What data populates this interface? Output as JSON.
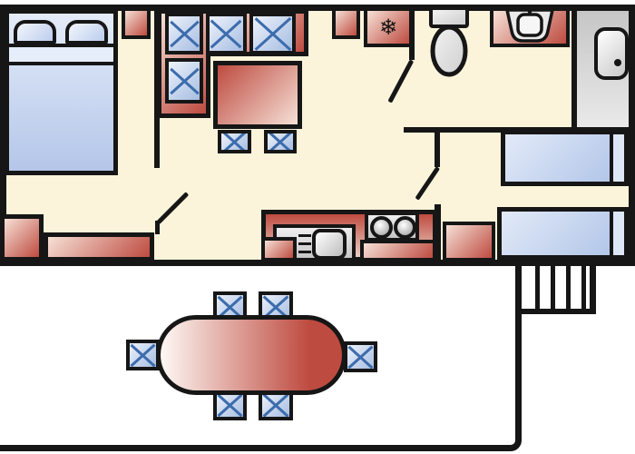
{
  "diagram": {
    "type": "floor plan of a mobile home with outdoor deck",
    "icons": {
      "fridge_snowflake": "❄"
    },
    "colors": {
      "wall": "#161616",
      "floor": "#FBF4DA",
      "redLight": "#F6E0D6",
      "redDark": "#BE4B40",
      "blueLight": "#EDF2FB",
      "blueDark": "#A6BDE2",
      "cross": "#3C6CAC",
      "deck": "#FFFFFF"
    },
    "counts": {
      "double_beds": 1,
      "single_beds": 2,
      "sofa_cushions": 4,
      "dining_chairs": 2,
      "outdoor_chairs": 6,
      "stove_burners": 2,
      "step_treads": 5,
      "doors": 3
    }
  }
}
